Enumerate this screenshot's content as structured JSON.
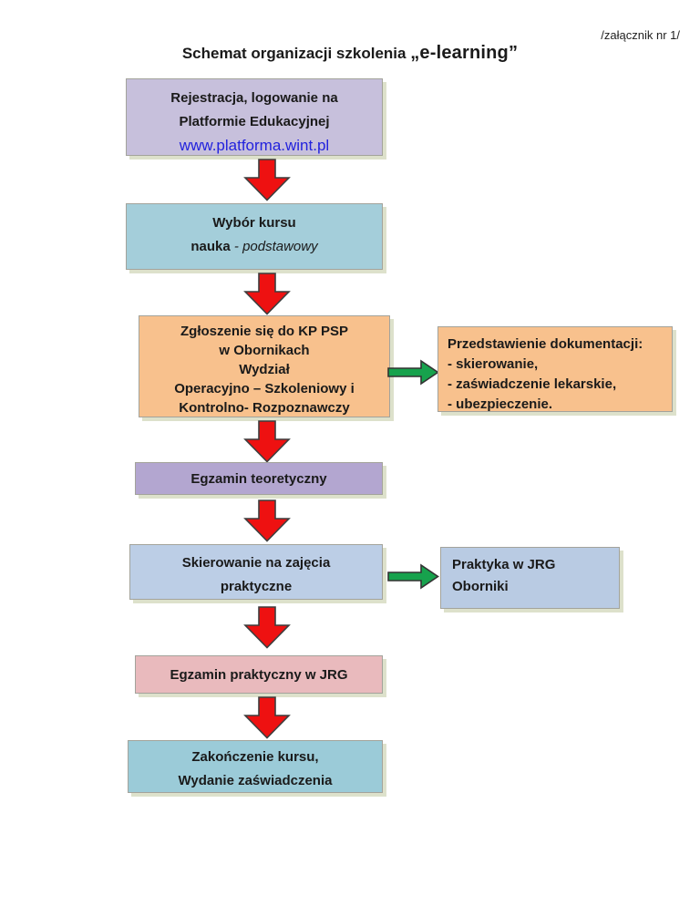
{
  "header": {
    "attachment_note": "/załącznik nr 1/",
    "title_prefix": "Schemat organizacji szkolenia ",
    "title_quoted": "„e-learning”"
  },
  "flowchart": {
    "boxes": {
      "registration": {
        "line1": "Rejestracja, logowanie na",
        "line2": "Platformie Edukacyjnej",
        "link": "www.platforma.wint.pl"
      },
      "course": {
        "line1": "Wybór kursu",
        "bold_part": "nauka",
        "italic_part": " - podstawowy"
      },
      "application": {
        "line1": "Zgłoszenie się do KP PSP",
        "line2": "w Obornikach",
        "line3": "Wydział",
        "line4": "Operacyjno – Szkoleniowy i",
        "line5": "Kontrolno- Rozpoznawczy"
      },
      "documentation": {
        "line1": "Przedstawienie dokumentacji:",
        "line2": "- skierowanie,",
        "line3": "- zaświadczenie lekarskie,",
        "line4": "- ubezpieczenie."
      },
      "theory_exam": {
        "line1": "Egzamin teoretyczny"
      },
      "practical_referral": {
        "line1": "Skierowanie na zajęcia",
        "line2": "praktyczne"
      },
      "practice": {
        "line1": "Praktyka w JRG",
        "line2": "Oborniki"
      },
      "practical_exam": {
        "line1": "Egzamin praktyczny w JRG"
      },
      "completion": {
        "line1": "Zakończenie kursu,",
        "line2": "Wydanie zaświadczenia"
      }
    },
    "colors": {
      "box_lavender": "#c7c0dc",
      "box_teal": "#a4ceda",
      "box_orange": "#f8c18d",
      "box_purple": "#b3a6d0",
      "box_blue": "#bccee6",
      "box_blue_side": "#b9cbe3",
      "box_pink": "#e9babd",
      "box_teal_final": "#9bcbd8",
      "arrow_red": "#ee1111",
      "arrow_green": "#17a24d",
      "link_blue": "#2222dd"
    }
  }
}
